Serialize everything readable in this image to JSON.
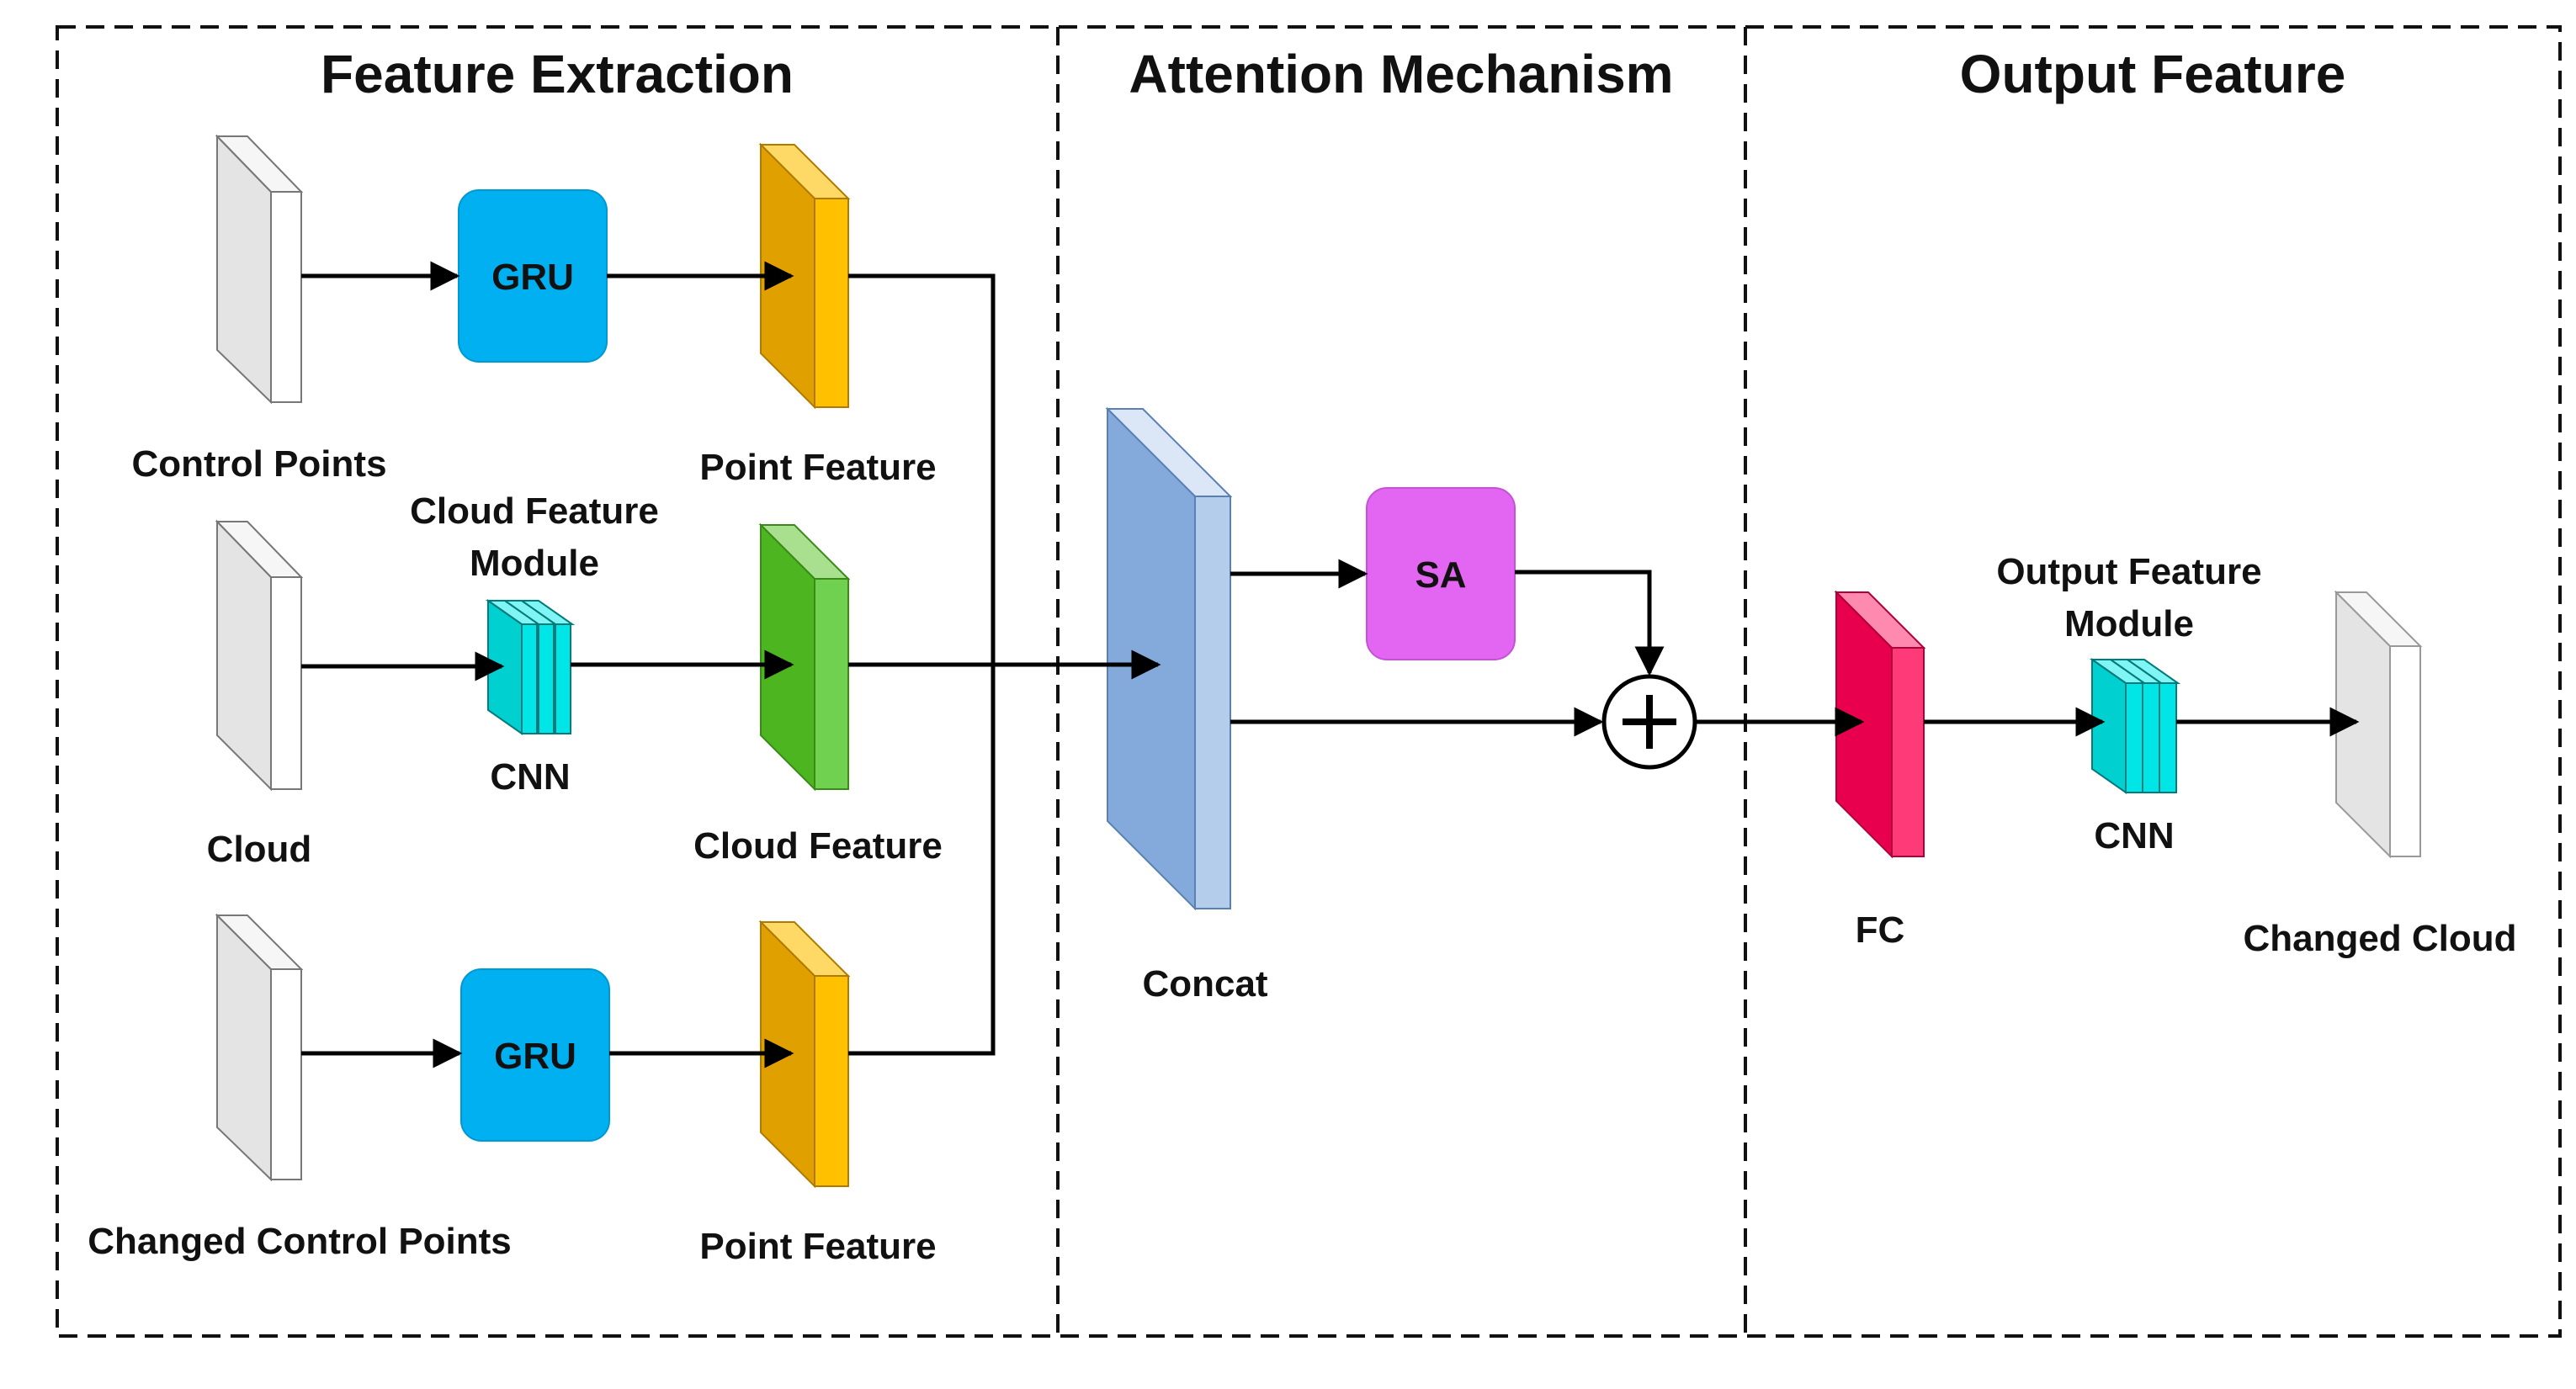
{
  "sections": {
    "feature_extraction": "Feature Extraction",
    "attention_mechanism": "Attention Mechanism",
    "output_feature": "Output Feature"
  },
  "inputs": {
    "control_points": "Control Points",
    "cloud": "Cloud",
    "changed_control_points": "Changed Control Points"
  },
  "modules": {
    "gru_top": "GRU",
    "gru_bottom": "GRU",
    "cloud_feature_module_line1": "Cloud Feature",
    "cloud_feature_module_line2": "Module",
    "cnn_cloud": "CNN",
    "sa": "SA",
    "fc": "FC",
    "output_feature_module_line1": "Output Feature",
    "output_feature_module_line2": "Module",
    "cnn_output": "CNN"
  },
  "features": {
    "point_feature_top": "Point Feature",
    "cloud_feature": "Cloud Feature",
    "point_feature_bottom": "Point Feature",
    "concat": "Concat",
    "changed_cloud": "Changed Cloud"
  },
  "colors": {
    "input_block": "#e4e4e4",
    "gru": "#00b0f0",
    "point_feature_front": "#e0a000",
    "point_feature_side": "#ffc000",
    "cloud_feature_front": "#4cb520",
    "cloud_feature_side": "#70d050",
    "cnn": "#00e5e5",
    "concat_front": "#84aadc",
    "concat_side": "#b4cdea",
    "sa": "#e366f2",
    "fc_front": "#e8004e",
    "fc_side": "#ff3a78"
  }
}
